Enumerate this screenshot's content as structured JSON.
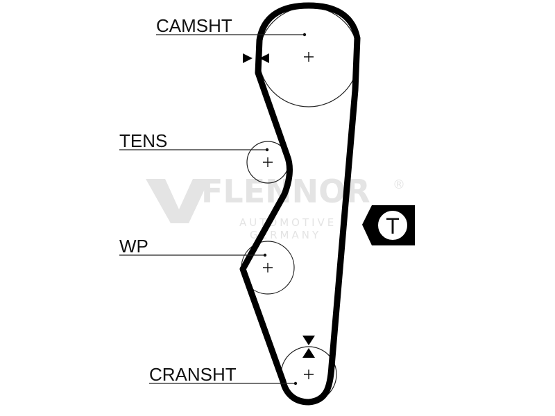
{
  "labels": {
    "camshaft": "CAMSHT",
    "tensioner": "TENS",
    "water_pump": "WP",
    "crankshaft": "CRANSHT"
  },
  "tension_marker": {
    "letter": "T"
  },
  "watermark": {
    "brand": "FLENNOR",
    "registered": "®",
    "line1": "AUTOMOTIVE",
    "line2": "GERMANY"
  },
  "colors": {
    "belt": "#000000",
    "pulley_outline": "#222222",
    "watermark": "#e4e4e4"
  }
}
